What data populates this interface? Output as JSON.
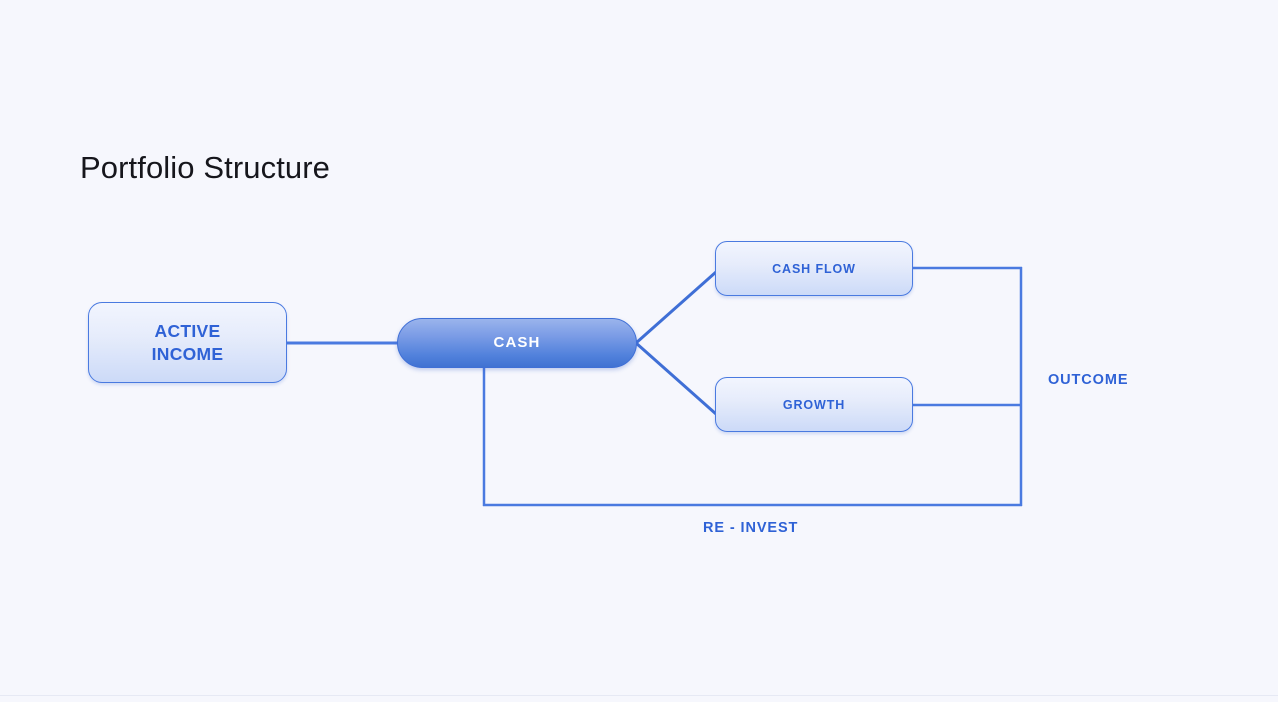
{
  "page": {
    "title": "Portfolio Structure",
    "background_color": "#f6f7fd",
    "title_color": "#16161c",
    "accent_color": "#2f62d6",
    "line_color": "#4a7ae0"
  },
  "diagram": {
    "type": "flow-diagram",
    "nodes": [
      {
        "id": "active-income",
        "label": "ACTIVE\nINCOME",
        "line1": "ACTIVE",
        "line2": "INCOME",
        "shape": "rounded-rect",
        "fill": "light-blue-gradient",
        "text_color": "#2f62d6"
      },
      {
        "id": "cash",
        "label": "CASH",
        "shape": "pill",
        "fill": "blue-gradient",
        "text_color": "#ffffff"
      },
      {
        "id": "cash-flow",
        "label": "CASH FLOW",
        "shape": "rounded-rect",
        "fill": "light-blue-gradient",
        "text_color": "#2f62d6"
      },
      {
        "id": "growth",
        "label": "GROWTH",
        "shape": "rounded-rect",
        "fill": "light-blue-gradient",
        "text_color": "#2f62d6"
      }
    ],
    "labels": [
      {
        "id": "outcome",
        "text": "OUTCOME",
        "color": "#2f62d6"
      },
      {
        "id": "reinvest",
        "text": "RE - INVEST",
        "color": "#2f62d6"
      }
    ],
    "edges": [
      {
        "from": "active-income",
        "to": "cash",
        "style": "straight-horizontal"
      },
      {
        "from": "cash",
        "to": "cash-flow",
        "style": "diagonal-up"
      },
      {
        "from": "cash",
        "to": "growth",
        "style": "diagonal-down"
      },
      {
        "from": "cash-flow",
        "to": "outcome",
        "style": "orthogonal-right"
      },
      {
        "from": "growth",
        "to": "outcome",
        "style": "orthogonal-right"
      },
      {
        "from": "outcome",
        "to": "cash",
        "style": "orthogonal-loop-bottom",
        "label": "RE - INVEST"
      }
    ]
  }
}
